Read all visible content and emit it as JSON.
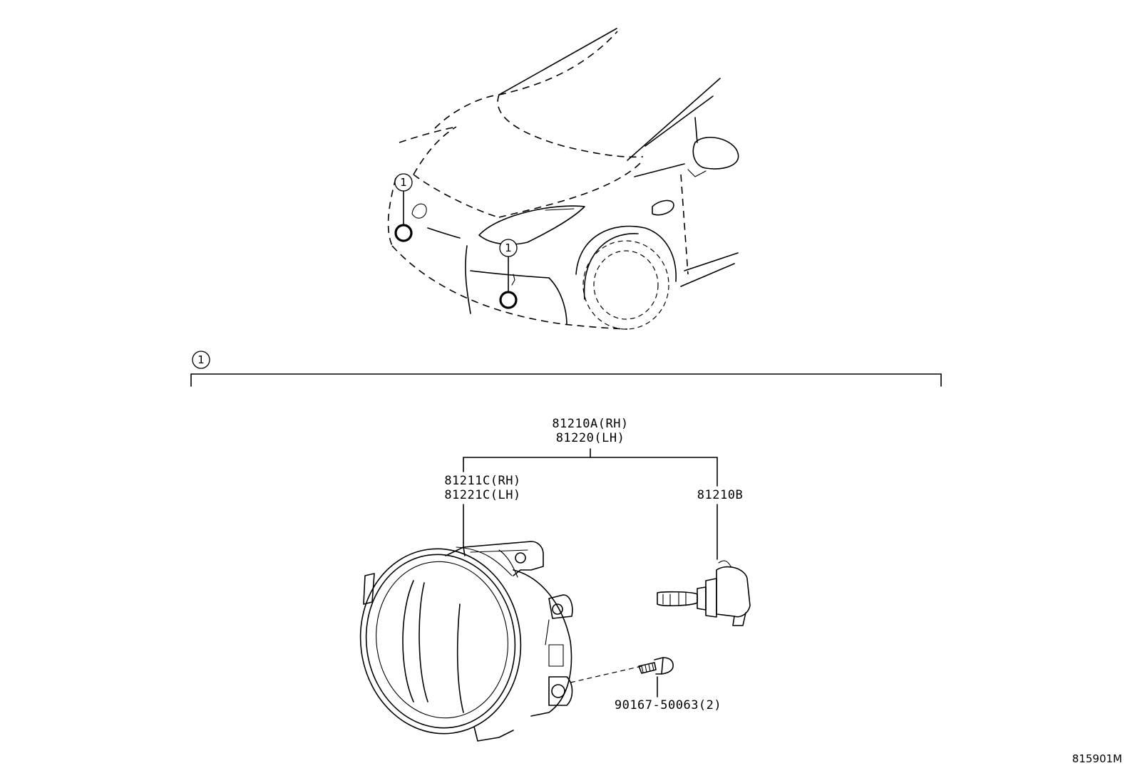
{
  "diagram": {
    "callout_marker": "1",
    "parts": {
      "lamp_assembly": {
        "rh": "81210A(RH)",
        "lh": "81220(LH)"
      },
      "lamp_unit": {
        "rh": "81211C(RH)",
        "lh": "81221C(LH)"
      },
      "bulb": "81210B",
      "screw": "90167-50063(2)"
    },
    "figure_id": "815901M"
  }
}
